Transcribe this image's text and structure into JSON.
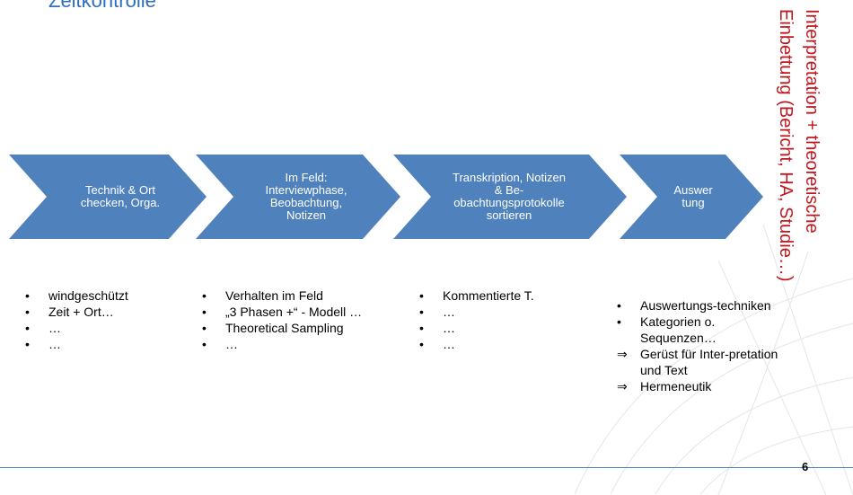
{
  "slide": {
    "title": "Zeitkontrolle",
    "page_number": "6",
    "accent_color": "#4f81bd",
    "vertical_text_color": "#c0171f"
  },
  "chevrons": [
    {
      "label": "Technik & Ort\nchecken, Orga."
    },
    {
      "label": "Im Feld:\nInterviewphase,\nBeobachtung,\nNotizen"
    },
    {
      "label": "Transkription, Notizen\n& Be-\nobachtungsprotokolle\nsortieren"
    },
    {
      "label": "Auswer\ntung"
    }
  ],
  "columns": [
    {
      "items": [
        {
          "bullet": "•",
          "text": "windgeschützt"
        },
        {
          "bullet": "•",
          "text": "Zeit + Ort…"
        },
        {
          "bullet": "•",
          "text": "…"
        },
        {
          "bullet": "•",
          "text": "…"
        }
      ]
    },
    {
      "items": [
        {
          "bullet": "•",
          "text": "Verhalten im Feld"
        },
        {
          "bullet": "•",
          "text": "„3 Phasen +“ - Modell …"
        },
        {
          "bullet": "•",
          "text": "Theoretical Sampling"
        },
        {
          "bullet": "•",
          "text": "…"
        }
      ]
    },
    {
      "items": [
        {
          "bullet": "•",
          "text": "Kommentierte T."
        },
        {
          "bullet": "•",
          "text": "…"
        },
        {
          "bullet": "•",
          "text": "…"
        },
        {
          "bullet": "•",
          "text": "…"
        }
      ]
    },
    {
      "items": [
        {
          "bullet": "•",
          "text": "Auswertungs-techniken"
        },
        {
          "bullet": "•",
          "text": "Kategorien o. Sequenzen…"
        },
        {
          "bullet": "⇒",
          "text": "Gerüst für  Inter-pretation und Text"
        },
        {
          "bullet": "⇒",
          "text": "Hermeneutik"
        }
      ]
    }
  ],
  "vertical_text": {
    "line1": "Interpretation + theoretische",
    "line2": "Einbettung (Bericht, HA, Studie…)"
  }
}
